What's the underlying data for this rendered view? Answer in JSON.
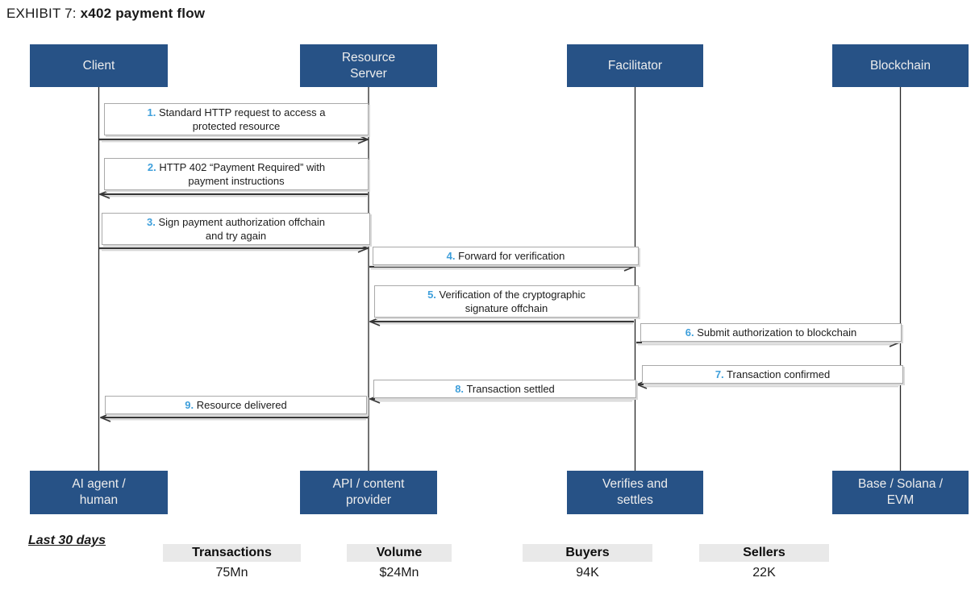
{
  "title": {
    "label": "EXHIBIT 7:",
    "title_bold": "x402 payment flow"
  },
  "colors": {
    "actor_box_blue": "#275286",
    "step_number_blue": "#3E9FDB",
    "stat_header_bg": "#E9E9E9",
    "arrow": "#373737"
  },
  "actors": [
    {
      "top": "Client",
      "bottom": [
        "AI agent /",
        "human"
      ]
    },
    {
      "top_lines": [
        "Resource",
        "Server"
      ],
      "bottom": [
        "API / content",
        "provider"
      ]
    },
    {
      "top": "Facilitator",
      "bottom": [
        "Verifies and",
        "settles"
      ]
    },
    {
      "top": "Blockchain",
      "bottom": [
        "Base / Solana /",
        "EVM"
      ]
    }
  ],
  "steps": [
    {
      "num": "1.",
      "lines": [
        "Standard HTTP request to access a",
        "protected resource"
      ],
      "from": "Client",
      "to": "Resource Server"
    },
    {
      "num": "2.",
      "lines": [
        "HTTP 402 “Payment Required” with",
        "payment instructions"
      ],
      "from": "Resource Server",
      "to": "Client"
    },
    {
      "num": "3.",
      "lines": [
        "Sign payment authorization offchain",
        "and try again"
      ],
      "from": "Client",
      "to": "Resource Server"
    },
    {
      "num": "4.",
      "lines": [
        "Forward for verification"
      ],
      "from": "Resource Server",
      "to": "Facilitator"
    },
    {
      "num": "5.",
      "lines": [
        "Verification of the cryptographic",
        "signature offchain"
      ],
      "from": "Facilitator",
      "to": "Resource Server"
    },
    {
      "num": "6.",
      "lines": [
        "Submit authorization to blockchain"
      ],
      "from": "Facilitator",
      "to": "Blockchain"
    },
    {
      "num": "7.",
      "lines": [
        "Transaction confirmed"
      ],
      "from": "Blockchain",
      "to": "Facilitator"
    },
    {
      "num": "8.",
      "lines": [
        "Transaction settled"
      ],
      "from": "Facilitator",
      "to": "Resource Server"
    },
    {
      "num": "9.",
      "lines": [
        "Resource delivered"
      ],
      "from": "Resource Server",
      "to": "Client"
    }
  ],
  "stats": {
    "period": "Last 30 days",
    "items": [
      {
        "label": "Transactions",
        "value": "75Mn"
      },
      {
        "label": "Volume",
        "value": "$24Mn"
      },
      {
        "label": "Buyers",
        "value": "94K"
      },
      {
        "label": "Sellers",
        "value": "22K"
      }
    ]
  }
}
